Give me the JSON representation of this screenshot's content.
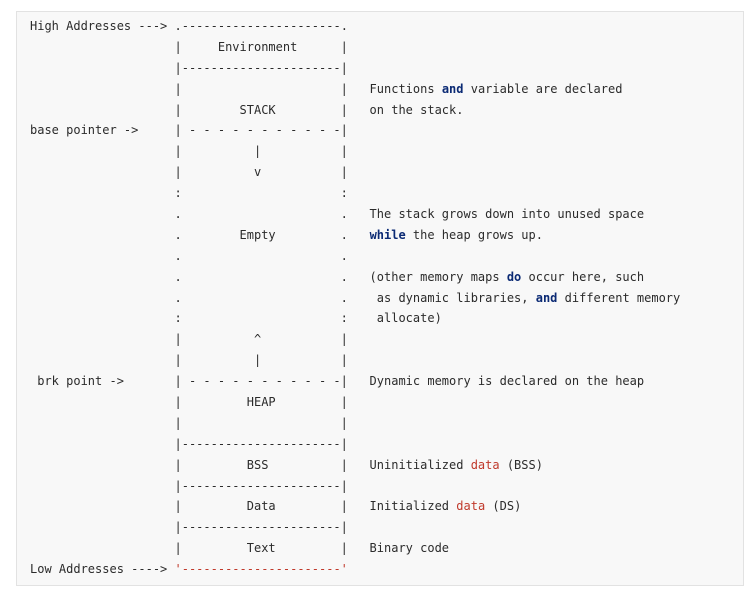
{
  "code_block": {
    "lines": [
      [
        {
          "t": "High Addresses ---> "
        },
        {
          "t": ".",
          "c": "plain"
        },
        {
          "t": "----------------------"
        },
        {
          "t": "."
        }
      ],
      [
        {
          "t": "                    |     Environment      |"
        }
      ],
      [
        {
          "t": "                    |----------------------|"
        }
      ],
      [
        {
          "t": "                    |                      |   Functions "
        },
        {
          "t": "and",
          "c": "kw"
        },
        {
          "t": " variable are declared"
        }
      ],
      [
        {
          "t": "                    |        STACK         |   on the stack."
        }
      ],
      [
        {
          "t": "base pointer ->     | - - - - - - - - - - -|"
        }
      ],
      [
        {
          "t": "                    |          |           |"
        }
      ],
      [
        {
          "t": "                    |          v           |"
        }
      ],
      [
        {
          "t": "                    :                      :"
        }
      ],
      [
        {
          "t": "                    .                      .   The stack grows down into unused space"
        }
      ],
      [
        {
          "t": "                    .        Empty         .   "
        },
        {
          "t": "while",
          "c": "kw"
        },
        {
          "t": " the heap grows up."
        }
      ],
      [
        {
          "t": "                    .                      ."
        }
      ],
      [
        {
          "t": "                    .                      .   (other memory maps "
        },
        {
          "t": "do",
          "c": "kw"
        },
        {
          "t": " occur here, such"
        }
      ],
      [
        {
          "t": "                    .                      .    as dynamic libraries, "
        },
        {
          "t": "and",
          "c": "kw"
        },
        {
          "t": " different memory"
        }
      ],
      [
        {
          "t": "                    :                      :    allocate)"
        }
      ],
      [
        {
          "t": "                    |          ^           |"
        }
      ],
      [
        {
          "t": "                    |          |           |"
        }
      ],
      [
        {
          "t": " brk point ->       | - - - - - - - - - - -|   Dynamic memory is declared on the heap"
        }
      ],
      [
        {
          "t": "                    |         HEAP         |"
        }
      ],
      [
        {
          "t": "                    |                      |"
        }
      ],
      [
        {
          "t": "                    |----------------------|"
        }
      ],
      [
        {
          "t": "                    |         BSS          |   Uninitialized "
        },
        {
          "t": "data",
          "c": "str"
        },
        {
          "t": " (BSS)"
        }
      ],
      [
        {
          "t": "                    |----------------------|"
        }
      ],
      [
        {
          "t": "                    |         Data         |   Initialized "
        },
        {
          "t": "data",
          "c": "str"
        },
        {
          "t": " (DS)"
        }
      ],
      [
        {
          "t": "                    |----------------------|"
        }
      ],
      [
        {
          "t": "                    |         Text         |   Binary code"
        }
      ],
      [
        {
          "t": "Low Addresses ----> "
        },
        {
          "t": "'----------------------'",
          "c": "tk"
        }
      ]
    ]
  }
}
